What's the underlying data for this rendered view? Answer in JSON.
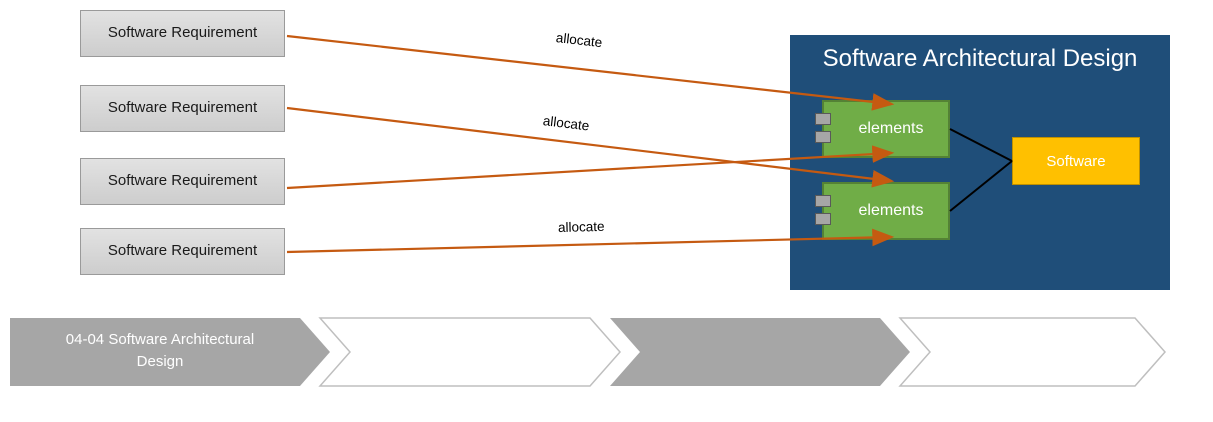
{
  "requirements": [
    {
      "label": "Software Requirement"
    },
    {
      "label": "Software Requirement"
    },
    {
      "label": "Software Requirement"
    },
    {
      "label": "Software Requirement"
    }
  ],
  "design_panel": {
    "title": "Software Architectural Design",
    "elements": [
      {
        "label": "elements"
      },
      {
        "label": "elements"
      }
    ],
    "software": {
      "label": "Software"
    }
  },
  "arrows": {
    "allocate_labels": [
      "allocate",
      "allocate",
      "allocate"
    ]
  },
  "process_band": {
    "steps": [
      {
        "label": "04-04 Software Architectural Design",
        "filled": true
      },
      {
        "label": "",
        "filled": false
      },
      {
        "label": "",
        "filled": true
      },
      {
        "label": "",
        "filled": false
      }
    ]
  },
  "colors": {
    "panel_blue": "#1F4E79",
    "element_green": "#70AD47",
    "element_green_border": "#548235",
    "software_yellow": "#FFC000",
    "software_yellow_border": "#BF9000",
    "arrow_orange": "#C55A11",
    "chevron_gray": "#A6A6A6",
    "requirement_gray": "#D9D9D9",
    "connector_black": "#000000"
  }
}
